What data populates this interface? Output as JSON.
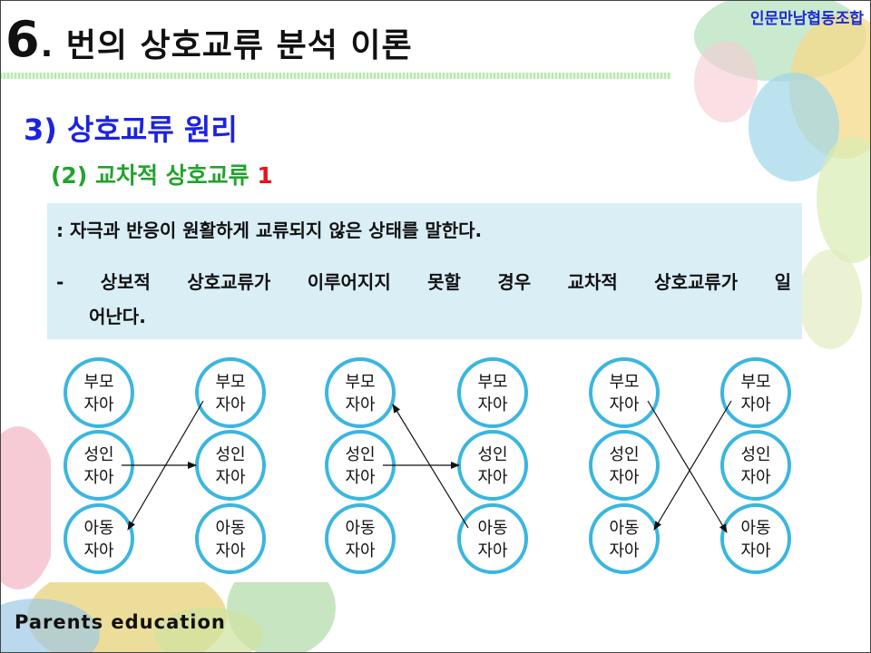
{
  "org": "인문만남협동조합",
  "title": {
    "number": "6",
    "text": ". 번의 상호교류 분석 이론"
  },
  "section": "3) 상호교류 원리",
  "subsection": {
    "text": "(2) 교차적 상호교류",
    "number": "1"
  },
  "description": {
    "line1": ": 자극과 반응이 원활하게 교류되지 않은 상태를 말한다.",
    "line2": "- 상보적 상호교류가 이루어지지 못할 경우 교차적 상호교류가 일",
    "line3": "어난다."
  },
  "ego_states": [
    [
      "부모",
      "자아"
    ],
    [
      "성인",
      "자아"
    ],
    [
      "아동",
      "자아"
    ]
  ],
  "footer": "Parents education",
  "colors": {
    "circle_stroke": "#3ab6e0",
    "title_blue": "#1c23e0",
    "sub_green": "#22a32e",
    "accent_red": "#e8121c"
  }
}
